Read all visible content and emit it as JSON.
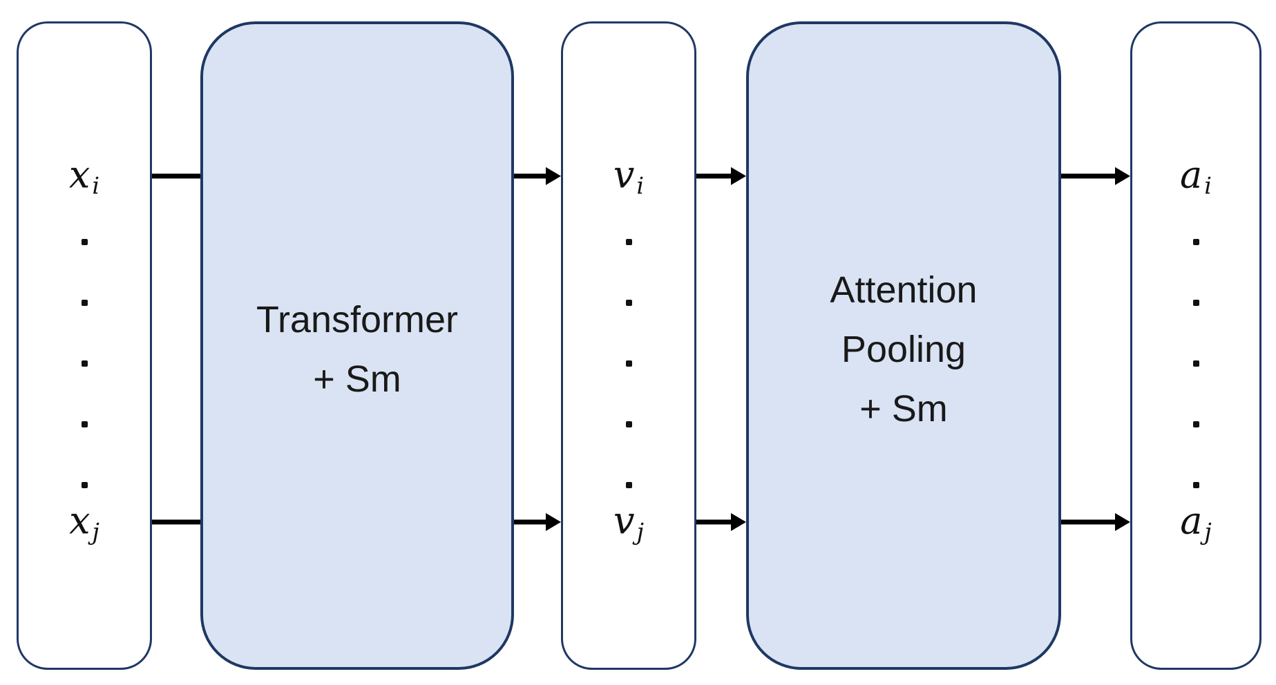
{
  "colors": {
    "border": "#1f3864",
    "box_fill_blue": "#dae3f3",
    "box_fill_white": "#ffffff",
    "arrow": "#000000",
    "text": "#191919",
    "page_bg": "#ffffff"
  },
  "columns": {
    "input": {
      "top_label": {
        "base": "x",
        "sub": "i"
      },
      "bottom_label": {
        "base": "x",
        "sub": "j"
      },
      "dots_count": 5
    },
    "transformer": {
      "lines": [
        "Transformer",
        "+ Sm"
      ]
    },
    "values": {
      "top_label": {
        "base": "v",
        "sub": "i"
      },
      "bottom_label": {
        "base": "v",
        "sub": "j"
      },
      "dots_count": 5
    },
    "attention": {
      "lines": [
        "Attention",
        "Pooling",
        "+ Sm"
      ]
    },
    "output": {
      "top_label": {
        "base": "a",
        "sub": "i"
      },
      "bottom_label": {
        "base": "a",
        "sub": "j"
      },
      "dots_count": 5
    }
  }
}
